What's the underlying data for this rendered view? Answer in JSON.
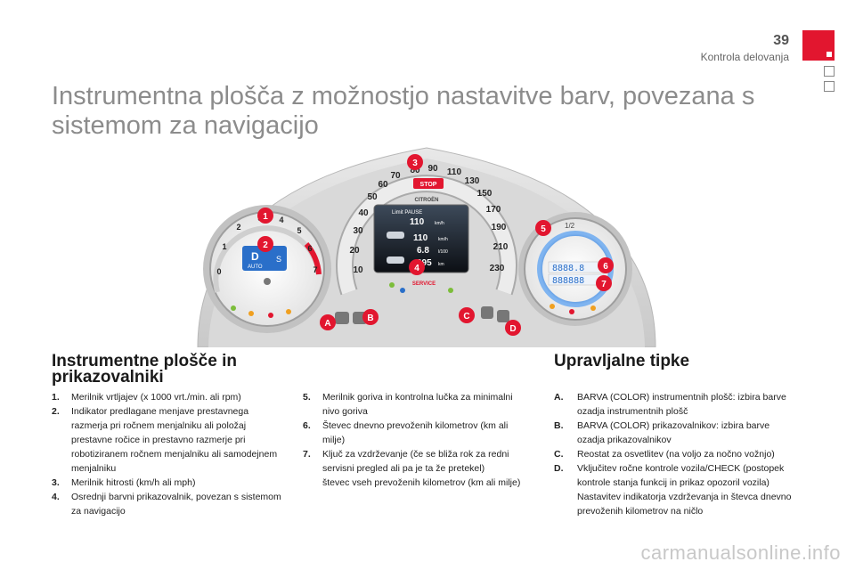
{
  "header": {
    "page_number": "39",
    "section": "Kontrola delovanja"
  },
  "title": "Instrumentna plošča z možnostjo nastavitve barv, povezana s sistemom za navigacijo",
  "figure": {
    "callouts": [
      "1",
      "2",
      "3",
      "4",
      "5",
      "6",
      "7",
      "A",
      "B",
      "C",
      "D"
    ],
    "speed_scale": [
      "10",
      "20",
      "30",
      "40",
      "50",
      "60",
      "70",
      "80",
      "90",
      "110",
      "130",
      "150",
      "170",
      "190",
      "210",
      "230"
    ],
    "tach_scale": [
      "0",
      "1",
      "2",
      "3",
      "4",
      "5",
      "6",
      "7"
    ],
    "brand": "CITROËN",
    "stop_label": "STOP",
    "service_label": "SERVICE",
    "display": {
      "banner": "Limit PAUSE",
      "limit_speed": "110",
      "limit_unit": "km/h",
      "cruise_speed": "110",
      "cruise_unit": "km/h",
      "consumption": "6.8",
      "consumption_unit": "l/100",
      "range": "395",
      "range_unit": "km"
    },
    "tach_gear": "D",
    "tach_mode": "AUTO",
    "tach_pos": "S",
    "fuel_full": "1/2",
    "odometer_trip": "8888.8",
    "odometer_total": "888888"
  },
  "left_section": {
    "heading_line1": "Instrumentne plošče in",
    "heading_line2": "prikazovalniki",
    "items": [
      {
        "key": "1.",
        "text": "Merilnik vrtljajev (x 1000 vrt./min. ali rpm)"
      },
      {
        "key": "2.",
        "text": "Indikator predlagane menjave prestavnega razmerja pri ročnem menjalniku ali položaj prestavne ročice in prestavno razmerje pri robotiziranem ročnem menjalniku ali samodejnem menjalniku"
      },
      {
        "key": "3.",
        "text": "Merilnik hitrosti (km/h ali mph)"
      },
      {
        "key": "4.",
        "text": "Osrednji barvni prikazovalnik, povezan s sistemom za navigacijo"
      }
    ]
  },
  "middle_section": {
    "items": [
      {
        "key": "5.",
        "text": "Merilnik goriva in kontrolna lučka za minimalni nivo goriva"
      },
      {
        "key": "6.",
        "text": "Števec dnevno prevoženih kilometrov (km ali milje)"
      },
      {
        "key": "7.",
        "text": "Ključ za vzdrževanje (če se bliža rok za redni servisni pregled ali pa je ta že pretekel)",
        "extra": "števec vseh prevoženih kilometrov (km ali milje)"
      }
    ]
  },
  "right_section": {
    "heading": "Upravljalne tipke",
    "items": [
      {
        "key": "A.",
        "text": "BARVA (COLOR) instrumentnih plošč: izbira barve ozadja instrumentnih plošč"
      },
      {
        "key": "B.",
        "text": "BARVA (COLOR) prikazovalnikov: izbira barve ozadja prikazovalnikov"
      },
      {
        "key": "C.",
        "text": "Reostat za osvetlitev (na voljo za nočno vožnjo)"
      },
      {
        "key": "D.",
        "text": "Vključitev ročne kontrole vozila/CHECK (postopek kontrole stanja funkcij in prikaz opozoril vozila)",
        "extra": "Nastavitev indikatorja vzdrževanja in števca dnevno prevoženih kilometrov na ničlo"
      }
    ]
  },
  "watermark": "carmanualsonline.info",
  "colors": {
    "accent_red": "#e2162f",
    "title_gray": "#8c8c8c",
    "display_blue": "#2a6fc9"
  }
}
